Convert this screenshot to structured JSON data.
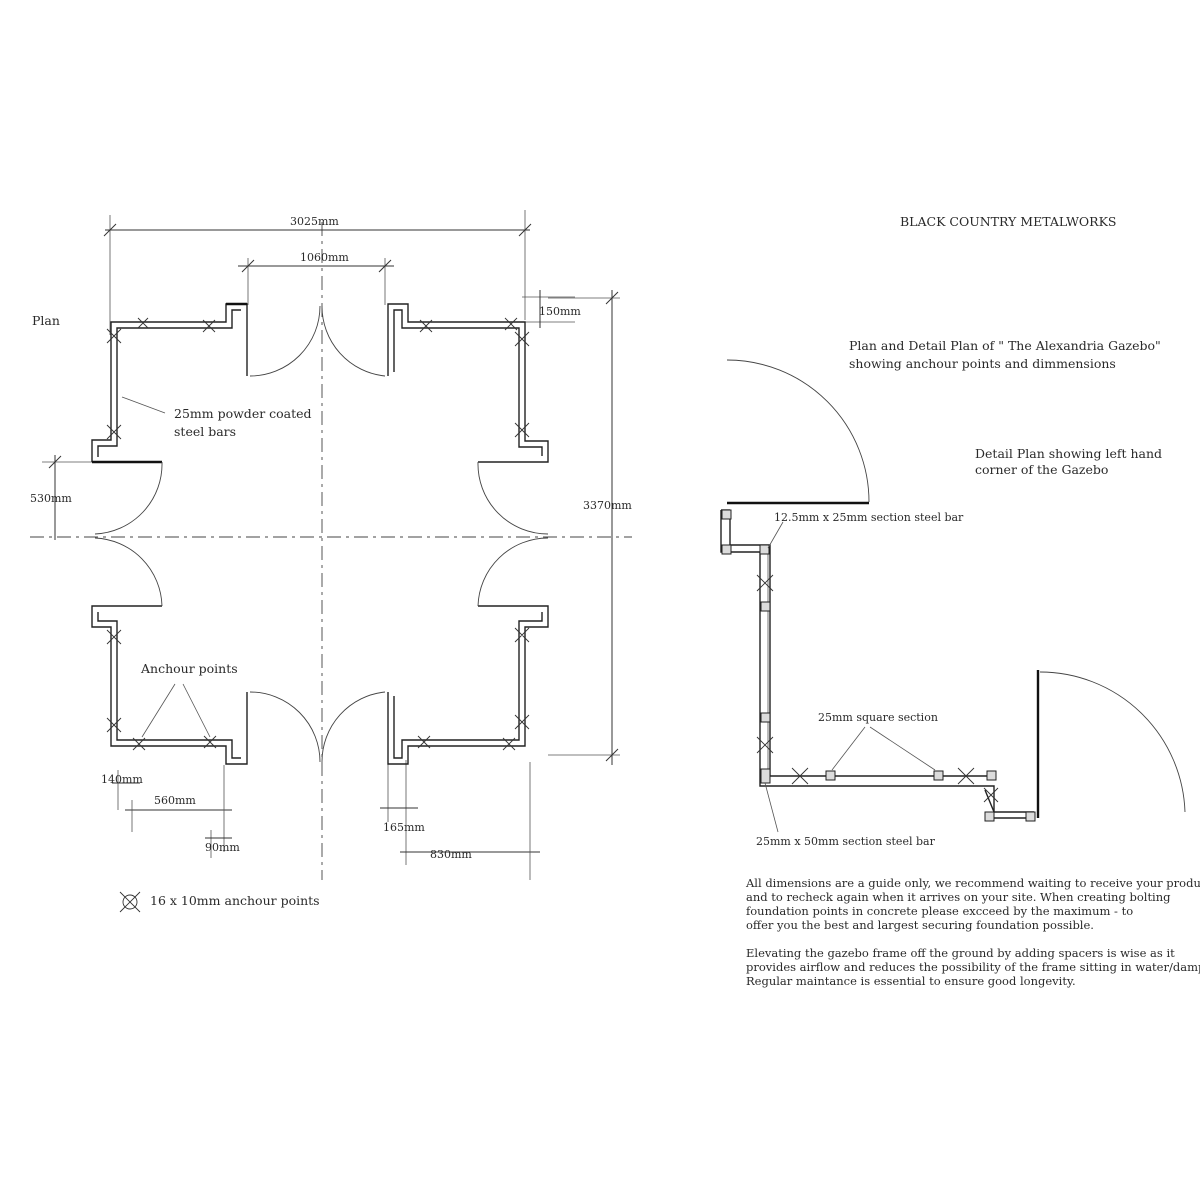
{
  "company": "BLACK COUNTRY METALWORKS",
  "plan_label": "Plan",
  "title_line1": "Plan and Detail Plan of \" The Alexandria Gazebo\"",
  "title_line2": "showing  anchour points and dimmensions",
  "detail_title_line1": "Detail Plan showing left hand",
  "detail_title_line2": "corner of the Gazebo",
  "dimensions": {
    "overall_width": "3025mm",
    "door_width": "1060mm",
    "overall_depth": "3370mm",
    "d150": "150mm",
    "d530": "530mm",
    "d140": "140mm",
    "d560": "560mm",
    "d90": "90mm",
    "d165": "165mm",
    "d830": "830mm"
  },
  "labels": {
    "powder_line1": "25mm powder coated",
    "powder_line2": "steel bars",
    "anchour_points": "Anchour points",
    "legend": "16 x 10mm anchour points",
    "section_12": "12.5mm x 25mm section steel bar",
    "section_25sq": "25mm square section",
    "section_25x50": "25mm x 50mm section steel bar"
  },
  "notes": {
    "p1": [
      "All dimensions are a guide only, we recommend waiting to receive your product",
      "and to recheck again when it arrives on your site. When  creating bolting",
      "foundation points in concrete please excceed by  the  maximum - to",
      "offer  you  the best and largest securing  foundation  possible."
    ],
    "p2": [
      "Elevating the gazebo frame off the ground by adding spacers is wise as it",
      "provides airflow and reduces the possibility of the frame sitting in water/damp.",
      "Regular maintance is essential to ensure good longevity."
    ]
  }
}
